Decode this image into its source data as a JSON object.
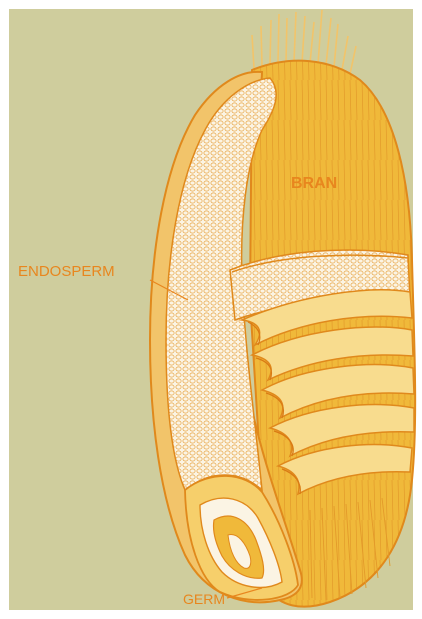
{
  "labels": {
    "bran": "BRAN",
    "endosperm": "ENDOSPERM",
    "germ": "GERM"
  },
  "colors": {
    "background": "#cfcd9d",
    "frame": "#ffffff",
    "bran": "#f0b93a",
    "bran_light": "#f6cf6b",
    "outline": "#e0891c",
    "endosperm": "#fbf4e4",
    "label_text": "#e8861e"
  }
}
